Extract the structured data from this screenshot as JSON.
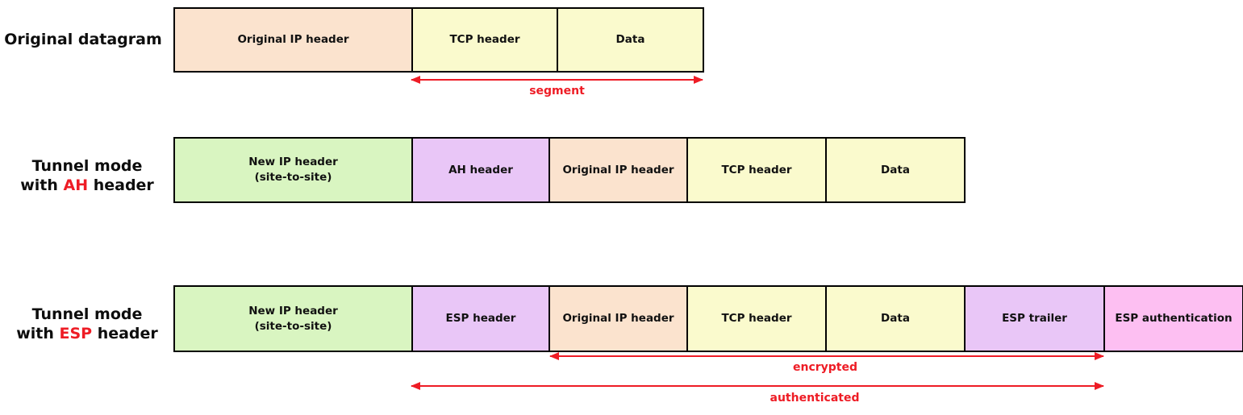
{
  "colors": {
    "page_bg": "#ffffff",
    "box_border": "#000000",
    "peach": "#fbe3ce",
    "yellow": "#fafacd",
    "green": "#d9f5c1",
    "lavender": "#e9c6f7",
    "pink": "#fdbff2",
    "red": "#ee1c25"
  },
  "row1": {
    "label": "Original datagram",
    "boxes": {
      "original_ip": "Original IP header",
      "tcp": "TCP header",
      "data": "Data"
    },
    "segment_arrow_label": "segment"
  },
  "row2": {
    "label_line1": "Tunnel mode",
    "label_line2_pre": "with ",
    "label_line2_highlight": "AH",
    "label_line2_post": " header",
    "boxes": {
      "new_ip_line1": "New IP header",
      "new_ip_line2": "(site-to-site)",
      "ah": "AH header",
      "original_ip": "Original IP header",
      "tcp": "TCP header",
      "data": "Data"
    }
  },
  "row3": {
    "label_line1": "Tunnel mode",
    "label_line2_pre": "with ",
    "label_line2_highlight": "ESP",
    "label_line2_post": " header",
    "boxes": {
      "new_ip_line1": "New IP header",
      "new_ip_line2": "(site-to-site)",
      "esp": "ESP header",
      "original_ip": "Original IP header",
      "tcp": "TCP header",
      "data": "Data",
      "esp_trailer": "ESP trailer",
      "esp_auth": "ESP authentication"
    },
    "encrypted_arrow_label": "encrypted",
    "authenticated_arrow_label": "authenticated"
  }
}
